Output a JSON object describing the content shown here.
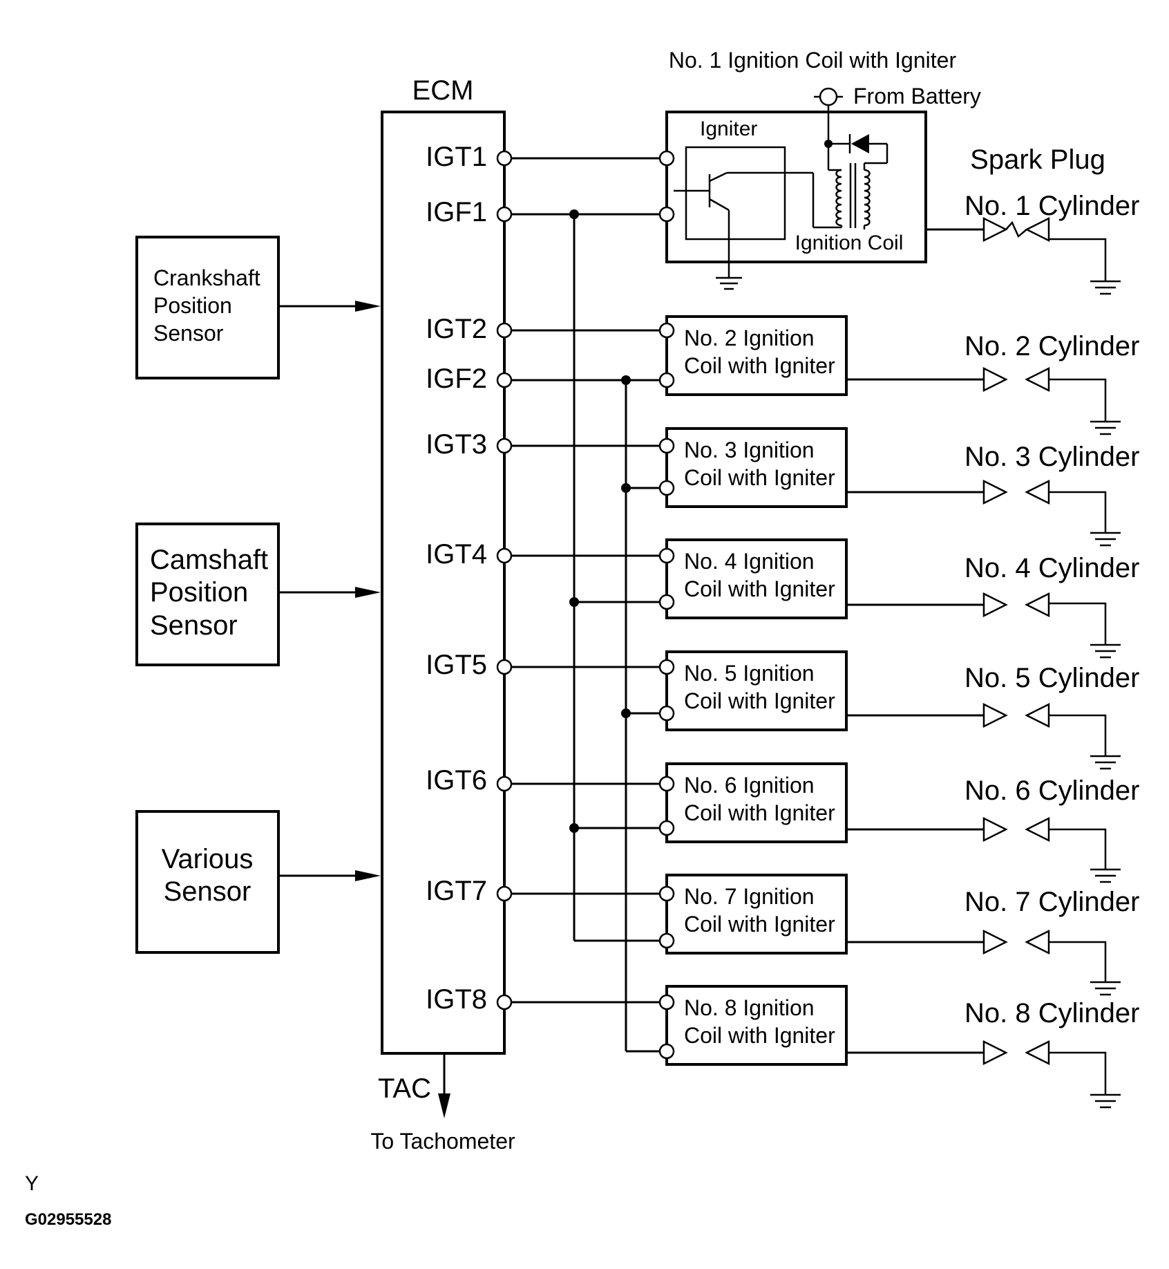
{
  "ecm": {
    "title": "ECM",
    "terminals": [
      "IGT1",
      "IGF1",
      "IGT2",
      "IGF2",
      "IGT3",
      "IGT4",
      "IGT5",
      "IGT6",
      "IGT7",
      "IGT8"
    ],
    "output_label": "TAC",
    "output_caption": "To Tachometer"
  },
  "sensors": [
    {
      "lines": [
        "Crankshaft",
        "Position",
        "Sensor"
      ]
    },
    {
      "lines": [
        "Camshaft",
        "Position",
        "Sensor"
      ]
    },
    {
      "lines": [
        "Various",
        "Sensor"
      ]
    }
  ],
  "coil1": {
    "caption": "No. 1 Ignition Coil with Igniter",
    "battery_label": "From Battery",
    "igniter_label": "Igniter",
    "coil_label": "Ignition Coil"
  },
  "coils": [
    {
      "line1": "No. 2 Ignition",
      "line2": "Coil with Igniter"
    },
    {
      "line1": "No. 3 Ignition",
      "line2": "Coil with Igniter"
    },
    {
      "line1": "No. 4 Ignition",
      "line2": "Coil with Igniter"
    },
    {
      "line1": "No. 5 Ignition",
      "line2": "Coil with Igniter"
    },
    {
      "line1": "No. 6 Ignition",
      "line2": "Coil with Igniter"
    },
    {
      "line1": "No. 7 Ignition",
      "line2": "Coil with Igniter"
    },
    {
      "line1": "No. 8 Ignition",
      "line2": "Coil with Igniter"
    }
  ],
  "spark_plug_title": "Spark Plug",
  "cylinders": [
    "No. 1 Cylinder",
    "No. 2 Cylinder",
    "No. 3 Cylinder",
    "No. 4 Cylinder",
    "No. 5 Cylinder",
    "No. 6 Cylinder",
    "No. 7 Cylinder",
    "No. 8 Cylinder"
  ],
  "footer": {
    "letter": "Y",
    "code": "G02955528"
  }
}
